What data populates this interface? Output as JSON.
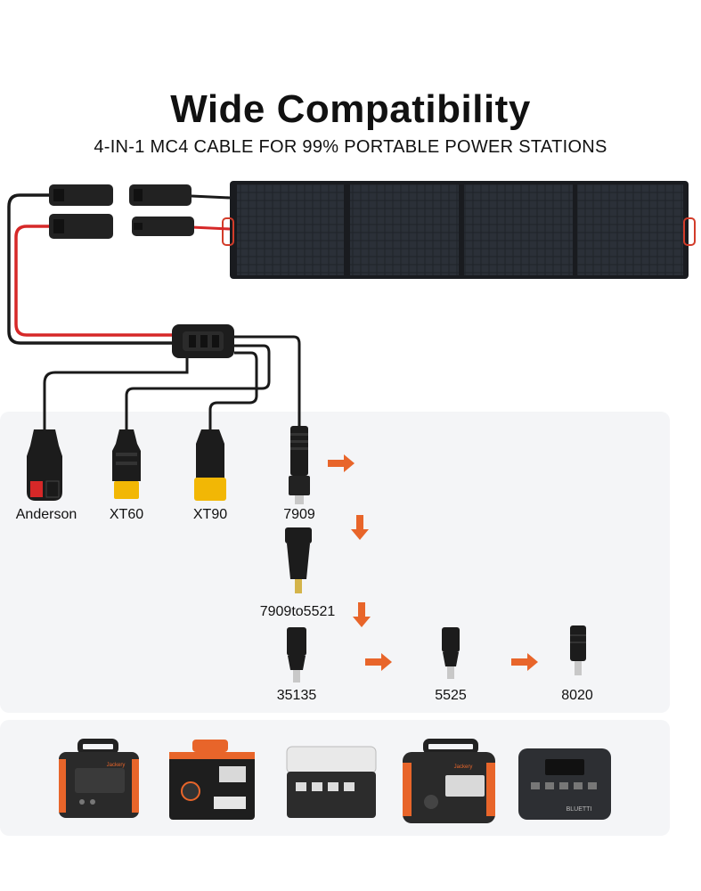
{
  "header": {
    "title": "Wide Compatibility",
    "subtitle": "4-IN-1 MC4 CABLE FOR 99% PORTABLE POWER STATIONS"
  },
  "connectors": [
    {
      "label": "Anderson"
    },
    {
      "label": "XT60"
    },
    {
      "label": "XT90"
    },
    {
      "label": "7909"
    }
  ],
  "adapters": [
    {
      "label": "7909to5521"
    },
    {
      "label": "35135"
    },
    {
      "label": "5525"
    },
    {
      "label": "8020"
    }
  ],
  "colors": {
    "accent_orange": "#e8652a",
    "xt_yellow": "#f2b705",
    "cable_red": "#d62828",
    "cable_black": "#1a1a1a",
    "panel_dark": "#23262b"
  },
  "stations": [
    {
      "icon": "jackery-power-station-icon",
      "brand": "Jackery"
    },
    {
      "icon": "orange-handle-power-station-icon",
      "brand": ""
    },
    {
      "icon": "ecoflow-power-station-icon",
      "brand": ""
    },
    {
      "icon": "jackery-explorer-icon",
      "brand": "Jackery"
    },
    {
      "icon": "bluetti-power-station-icon",
      "brand": "BLUETTI"
    }
  ]
}
